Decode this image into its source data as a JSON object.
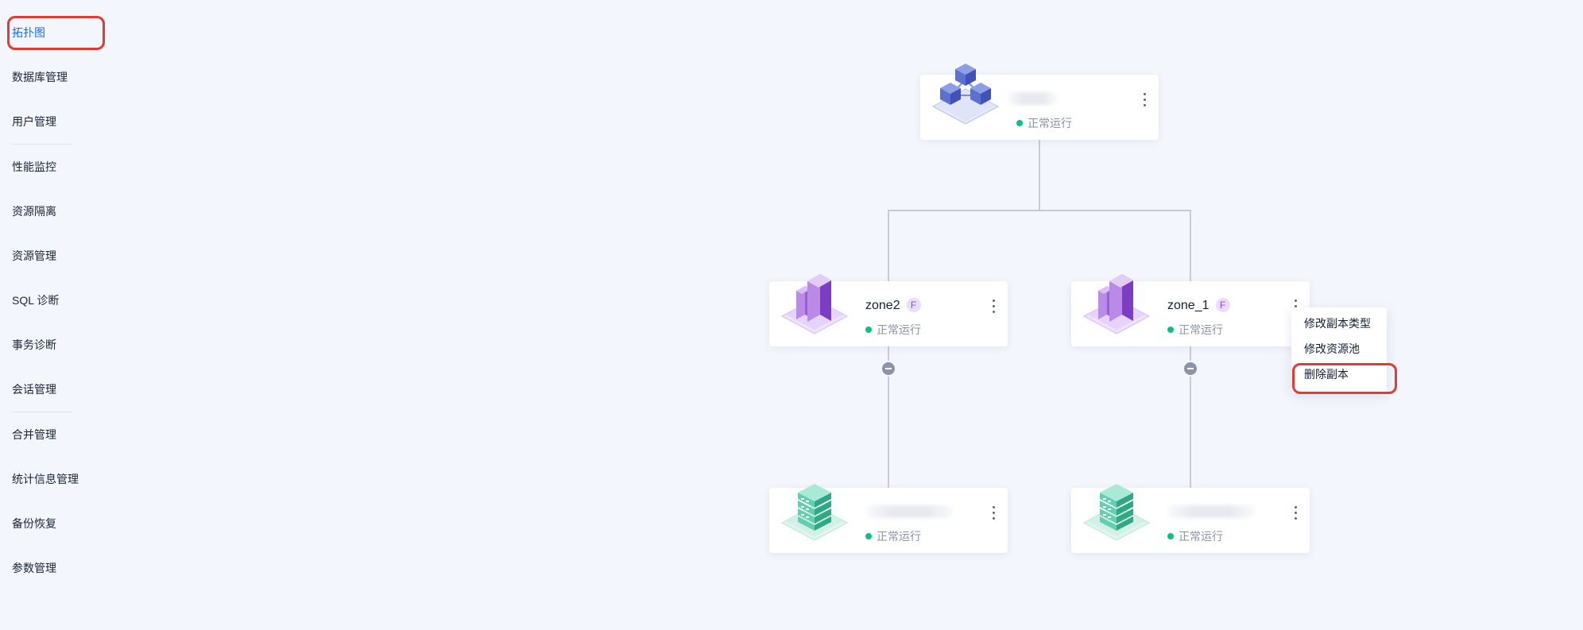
{
  "sidebar": {
    "items": [
      {
        "label": "拓扑图",
        "active": true
      },
      {
        "label": "数据库管理"
      },
      {
        "label": "用户管理"
      },
      {
        "label": "性能监控"
      },
      {
        "label": "资源隔离"
      },
      {
        "label": "资源管理"
      },
      {
        "label": "SQL 诊断"
      },
      {
        "label": "事务诊断"
      },
      {
        "label": "会话管理"
      },
      {
        "label": "合并管理"
      },
      {
        "label": "统计信息管理"
      },
      {
        "label": "备份恢复"
      },
      {
        "label": "参数管理"
      }
    ]
  },
  "topology": {
    "root": {
      "status": "正常运行",
      "icon": "cluster-cubes-icon"
    },
    "zones": [
      {
        "name": "zone2",
        "badge": "F",
        "status": "正常运行",
        "icon": "zone-building-icon"
      },
      {
        "name": "zone_1",
        "badge": "F",
        "status": "正常运行",
        "icon": "zone-building-icon"
      }
    ],
    "servers": [
      {
        "status": "正常运行",
        "icon": "server-stack-icon"
      },
      {
        "status": "正常运行",
        "icon": "server-stack-icon"
      }
    ]
  },
  "context_menu": {
    "items": [
      "修改副本类型",
      "修改资源池",
      "删除副本"
    ]
  },
  "colors": {
    "accent": "#1a6ef5",
    "highlight": "#e53935",
    "status_ok": "#0ac185",
    "zone_purple": "#8b4fd8",
    "server_teal": "#3fbf9e",
    "root_blue": "#5a6fd1"
  }
}
